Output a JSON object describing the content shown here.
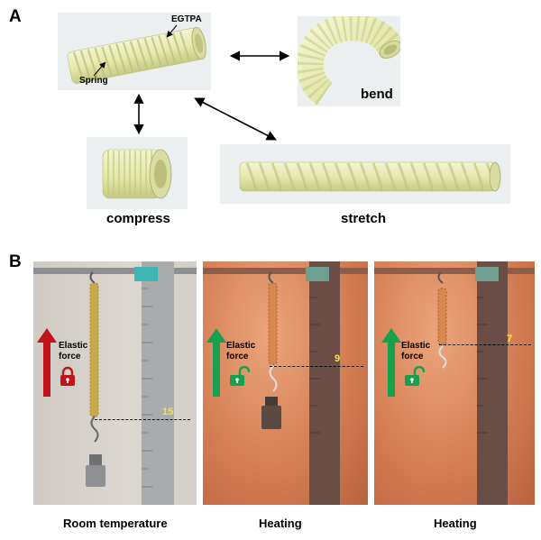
{
  "panelA": {
    "letter": "A",
    "labels": {
      "egtpa": "EGTPA",
      "spring": "Spring",
      "bend": "bend",
      "compress": "compress",
      "stretch": "stretch"
    }
  },
  "panelB": {
    "letter": "B",
    "photos": [
      {
        "caption": "Room temperature",
        "elastic": "Elastic",
        "force": "force",
        "reading": "15",
        "arrow_color": "#c0141a",
        "lock_state": "locked"
      },
      {
        "caption": "Heating",
        "elastic": "Elastic",
        "force": "force",
        "reading": "9",
        "arrow_color": "#17a04e",
        "lock_state": "unlocked"
      },
      {
        "caption": "Heating",
        "elastic": "Elastic",
        "force": "force",
        "reading": "7",
        "arrow_color": "#17a04e",
        "lock_state": "unlocked"
      }
    ]
  },
  "colors": {
    "tube": "#e9ecb6",
    "tube_shade": "#c8cc86",
    "photo_warm": "#d9825a",
    "photo_cool": "#d8d4cd"
  }
}
